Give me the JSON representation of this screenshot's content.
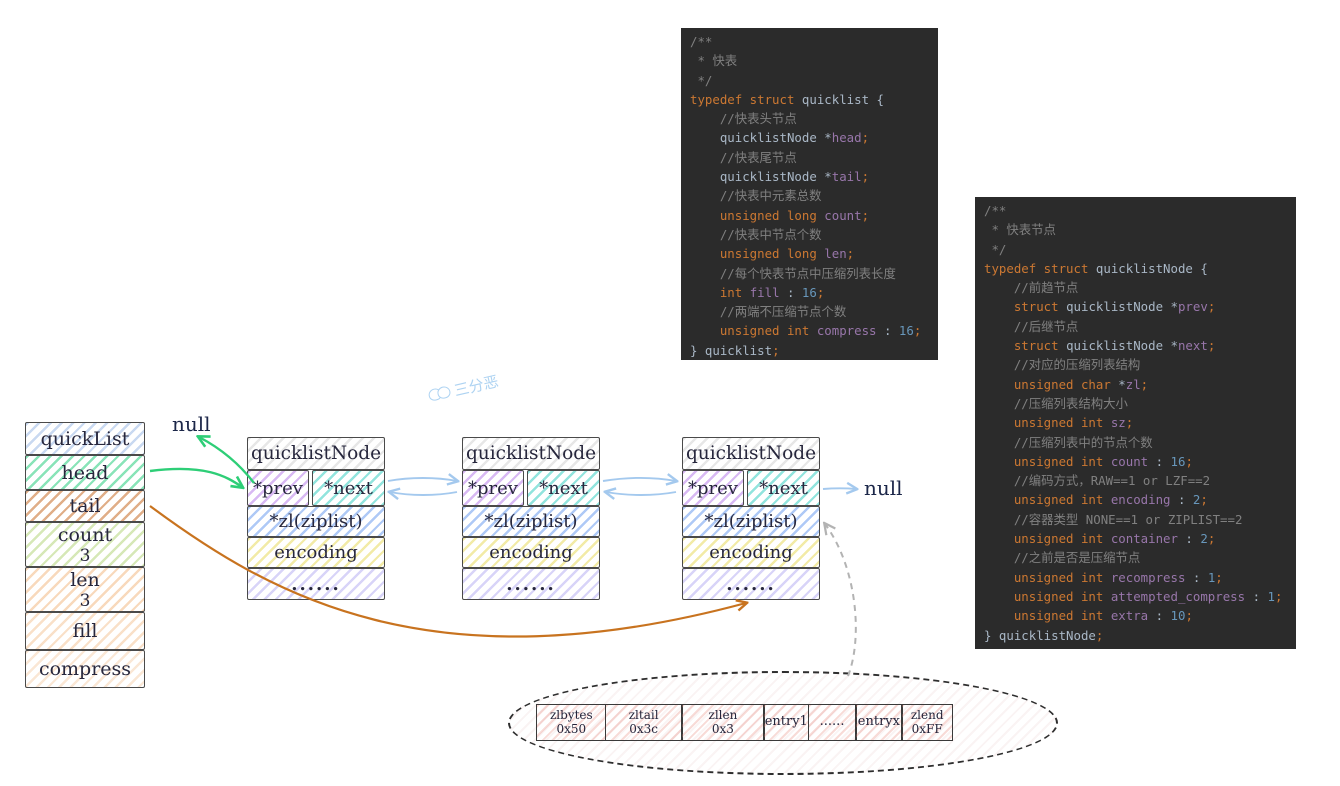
{
  "watermark": {
    "text": "三分恶",
    "icon": "chat-bubbles",
    "color": "#aed3f2"
  },
  "labels": {
    "null_top": "null",
    "null_right": "null"
  },
  "colors": {
    "code-bg": "#2b2b2b",
    "code-comment": "#808080",
    "code-keyword": "#cc7832",
    "code-field": "#9876aa",
    "code-number": "#6897bb",
    "code-plain": "#a9b7c6",
    "arrow-green": "#2ece77",
    "arrow-blue": "#a4c9ee",
    "arrow-orange": "#c8731f",
    "arrow-gray": "#b3b3b3",
    "ink": "#27273d",
    "null-ink": "#1c2749",
    "watermark": "#aed3f2",
    "hatch": {
      "title": "rgba(120,160,220,0.40)",
      "head": "rgba(40,205,125,0.55)",
      "tail": "rgba(198,108,38,0.55)",
      "count": "rgba(165,205,95,0.45)",
      "len": "rgba(238,165,95,0.42)",
      "fill": "rgba(238,165,95,0.34)",
      "compress": "rgba(240,175,115,0.30)",
      "nodetitle": "rgba(175,175,175,0.30)",
      "prev": "rgba(168,100,228,0.45)",
      "next": "rgba(38,202,188,0.50)",
      "zl": "rgba(95,148,238,0.50)",
      "encoding": "rgba(232,218,95,0.55)",
      "dots": "rgba(158,148,238,0.40)",
      "ziplist": "rgba(228,125,112,0.28)",
      "ellipse": "rgba(215,165,165,0.13)"
    }
  },
  "quicklist_box": {
    "title": "quickList",
    "rows": [
      {
        "key": "head",
        "label": "head"
      },
      {
        "key": "tail",
        "label": "tail"
      },
      {
        "key": "count",
        "label": "count",
        "value": "3"
      },
      {
        "key": "len",
        "label": "len",
        "value": "3"
      },
      {
        "key": "fill",
        "label": "fill"
      },
      {
        "key": "compress",
        "label": "compress"
      }
    ]
  },
  "nodes": [
    {
      "title": "quicklistNode",
      "prev": "*prev",
      "next": "*next",
      "zl": "*zl(ziplist)",
      "encoding": "encoding",
      "more": "......"
    },
    {
      "title": "quicklistNode",
      "prev": "*prev",
      "next": "*next",
      "zl": "*zl(ziplist)",
      "encoding": "encoding",
      "more": "......"
    },
    {
      "title": "quicklistNode",
      "prev": "*prev",
      "next": "*next",
      "zl": "*zl(ziplist)",
      "encoding": "encoding",
      "more": "......"
    }
  ],
  "ziplist": {
    "cells": [
      {
        "key": "zlbytes",
        "label": "zlbytes",
        "value": "0x50"
      },
      {
        "key": "zltail",
        "label": "zltail",
        "value": "0x3c"
      },
      {
        "key": "zllen",
        "label": "zllen",
        "value": "0x3"
      },
      {
        "key": "entry1",
        "label": "entry1"
      },
      {
        "key": "entries-ellipsis",
        "label": "......"
      },
      {
        "key": "entryx",
        "label": "entryx"
      },
      {
        "key": "zlend",
        "label": "zlend",
        "value": "0xFF"
      }
    ]
  },
  "code_blocks": [
    {
      "name": "quicklist-struct",
      "lines": [
        [
          [
            "cmt",
            "/**"
          ]
        ],
        [
          [
            "cmt",
            " * 快表"
          ]
        ],
        [
          [
            "cmt",
            " */"
          ]
        ],
        [
          [
            "kw",
            "typedef struct "
          ],
          [
            "pln",
            "quicklist {"
          ]
        ],
        [
          [
            "cmt",
            "    //快表头节点"
          ]
        ],
        [
          [
            "pln",
            "    quicklistNode *"
          ],
          [
            "fld",
            "head"
          ],
          [
            "kw",
            ";"
          ]
        ],
        [
          [
            "cmt",
            "    //快表尾节点"
          ]
        ],
        [
          [
            "pln",
            "    quicklistNode *"
          ],
          [
            "fld",
            "tail"
          ],
          [
            "kw",
            ";"
          ]
        ],
        [
          [
            "cmt",
            "    //快表中元素总数"
          ]
        ],
        [
          [
            "kw",
            "    unsigned long "
          ],
          [
            "fld",
            "count"
          ],
          [
            "kw",
            ";"
          ]
        ],
        [
          [
            "cmt",
            "    //快表中节点个数"
          ]
        ],
        [
          [
            "kw",
            "    unsigned long "
          ],
          [
            "fld",
            "len"
          ],
          [
            "kw",
            ";"
          ]
        ],
        [
          [
            "cmt",
            "    //每个快表节点中压缩列表长度"
          ]
        ],
        [
          [
            "kw",
            "    int "
          ],
          [
            "fld",
            "fill"
          ],
          [
            "pln",
            " : "
          ],
          [
            "num",
            "16"
          ],
          [
            "kw",
            ";"
          ]
        ],
        [
          [
            "cmt",
            "    //两端不压缩节点个数"
          ]
        ],
        [
          [
            "kw",
            "    unsigned int "
          ],
          [
            "fld",
            "compress"
          ],
          [
            "pln",
            " : "
          ],
          [
            "num",
            "16"
          ],
          [
            "kw",
            ";"
          ]
        ],
        [
          [
            "pln",
            "} quicklist"
          ],
          [
            "kw",
            ";"
          ]
        ]
      ]
    },
    {
      "name": "quicklistnode-struct",
      "lines": [
        [
          [
            "cmt",
            "/**"
          ]
        ],
        [
          [
            "cmt",
            " * 快表节点"
          ]
        ],
        [
          [
            "cmt",
            " */"
          ]
        ],
        [
          [
            "kw",
            "typedef struct "
          ],
          [
            "pln",
            "quicklistNode {"
          ]
        ],
        [
          [
            "cmt",
            "    //前趋节点"
          ]
        ],
        [
          [
            "kw",
            "    struct "
          ],
          [
            "pln",
            "quicklistNode *"
          ],
          [
            "fld",
            "prev"
          ],
          [
            "kw",
            ";"
          ]
        ],
        [
          [
            "cmt",
            "    //后继节点"
          ]
        ],
        [
          [
            "kw",
            "    struct "
          ],
          [
            "pln",
            "quicklistNode *"
          ],
          [
            "fld",
            "next"
          ],
          [
            "kw",
            ";"
          ]
        ],
        [
          [
            "cmt",
            "    //对应的压缩列表结构"
          ]
        ],
        [
          [
            "kw",
            "    unsigned char "
          ],
          [
            "pln",
            "*"
          ],
          [
            "fld",
            "zl"
          ],
          [
            "kw",
            ";"
          ]
        ],
        [
          [
            "cmt",
            "    //压缩列表结构大小"
          ]
        ],
        [
          [
            "kw",
            "    unsigned int "
          ],
          [
            "fld",
            "sz"
          ],
          [
            "kw",
            ";"
          ]
        ],
        [
          [
            "cmt",
            "    //压缩列表中的节点个数"
          ]
        ],
        [
          [
            "kw",
            "    unsigned int "
          ],
          [
            "fld",
            "count"
          ],
          [
            "pln",
            " : "
          ],
          [
            "num",
            "16"
          ],
          [
            "kw",
            ";"
          ]
        ],
        [
          [
            "cmt",
            "    //编码方式，RAW==1 or LZF==2"
          ]
        ],
        [
          [
            "kw",
            "    unsigned int "
          ],
          [
            "fld",
            "encoding"
          ],
          [
            "pln",
            " : "
          ],
          [
            "num",
            "2"
          ],
          [
            "kw",
            ";"
          ]
        ],
        [
          [
            "cmt",
            "    //容器类型 NONE==1 or ZIPLIST==2"
          ]
        ],
        [
          [
            "kw",
            "    unsigned int "
          ],
          [
            "fld",
            "container"
          ],
          [
            "pln",
            " : "
          ],
          [
            "num",
            "2"
          ],
          [
            "kw",
            ";"
          ]
        ],
        [
          [
            "cmt",
            "    //之前是否是压缩节点"
          ]
        ],
        [
          [
            "kw",
            "    unsigned int "
          ],
          [
            "fld",
            "recompress"
          ],
          [
            "pln",
            " : "
          ],
          [
            "num",
            "1"
          ],
          [
            "kw",
            ";"
          ]
        ],
        [
          [
            "kw",
            "    unsigned int "
          ],
          [
            "fld",
            "attempted_compress"
          ],
          [
            "pln",
            " : "
          ],
          [
            "num",
            "1"
          ],
          [
            "kw",
            ";"
          ]
        ],
        [
          [
            "kw",
            "    unsigned int "
          ],
          [
            "fld",
            "extra"
          ],
          [
            "pln",
            " : "
          ],
          [
            "num",
            "10"
          ],
          [
            "kw",
            ";"
          ]
        ],
        [
          [
            "pln",
            "} quicklistNode"
          ],
          [
            "kw",
            ";"
          ]
        ]
      ]
    }
  ]
}
